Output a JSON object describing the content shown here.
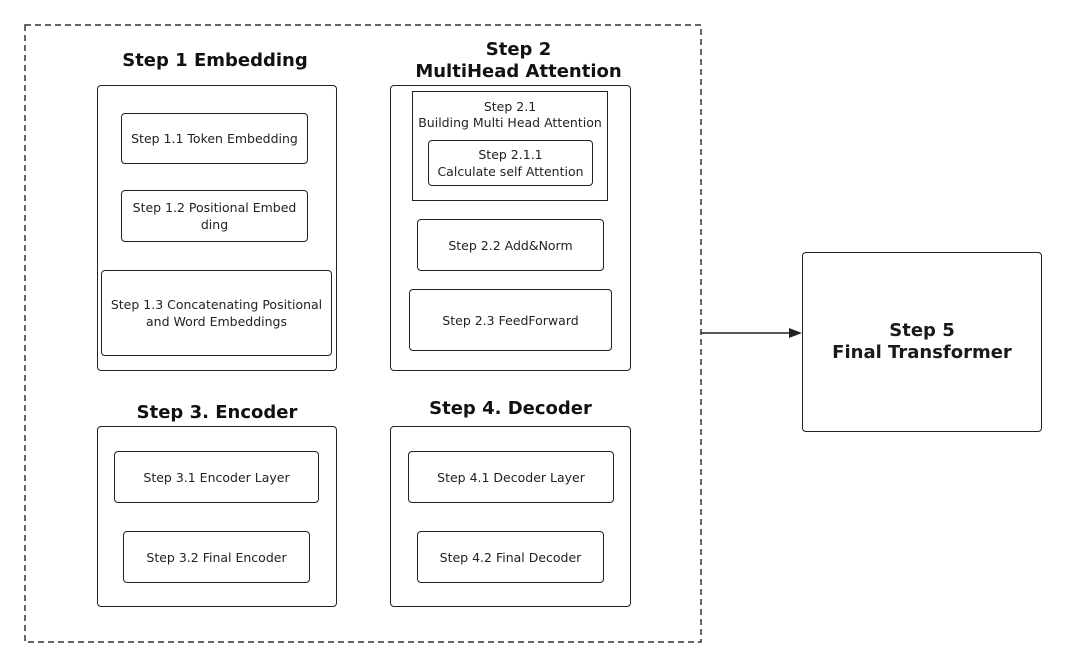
{
  "step1": {
    "title": "Step 1 Embedding",
    "items": [
      "Step 1.1 Token Embedding",
      "Step 1.2 Positional Embed\nding",
      "Step 1.3 Concatenating Positional\nand Word Embeddings"
    ]
  },
  "step2": {
    "title": "Step 2\nMultiHead Attention",
    "sub_group_title": "Step 2.1\nBuilding Multi Head Attention",
    "sub_item": "Step 2.1.1\nCalculate self Attention",
    "items": [
      "Step 2.2 Add&Norm",
      "Step 2.3 FeedForward"
    ]
  },
  "step3": {
    "title": "Step 3. Encoder",
    "items": [
      "Step 3.1 Encoder Layer",
      "Step 3.2 Final Encoder"
    ]
  },
  "step4": {
    "title": "Step 4. Decoder",
    "items": [
      "Step 4.1 Decoder Layer",
      "Step 4.2 Final Decoder"
    ]
  },
  "step5": {
    "title": "Step 5\nFinal Transformer"
  }
}
